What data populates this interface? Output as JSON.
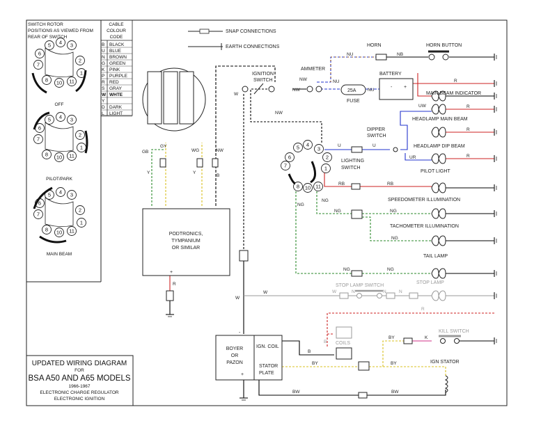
{
  "legend": {
    "header": [
      "SWITCH ROTOR",
      "POSITIONS AS VIEWED FROM",
      "REAR OF SWITCH"
    ],
    "cable_header": [
      "CABLE",
      "COLOUR",
      "CODE"
    ],
    "codes": [
      {
        "code": "B",
        "name": "BLACK",
        "color": "#000000"
      },
      {
        "code": "U",
        "name": "BLUE",
        "color": "#2233cc"
      },
      {
        "code": "N",
        "name": "BROWN",
        "color": "#8a4b1a"
      },
      {
        "code": "G",
        "name": "GREEN",
        "color": "#2a8a2a"
      },
      {
        "code": "K",
        "name": "PINK",
        "color": "#d0308a"
      },
      {
        "code": "P",
        "name": "PURPLE",
        "color": "#8030a0"
      },
      {
        "code": "R",
        "name": "RED",
        "color": "#cc2222"
      },
      {
        "code": "S",
        "name": "GRAY",
        "color": "#9a9a9a"
      },
      {
        "code": "W",
        "name": "WHTE",
        "color": "#000000"
      },
      {
        "code": "Y",
        "name": "",
        "color": "#d8c020"
      },
      {
        "code": "D",
        "name": "DARK",
        "color": "#000000"
      },
      {
        "code": "L",
        "name": "LIGHT",
        "color": "#000000"
      }
    ],
    "rotor_labels": [
      "OFF",
      "PILOT/PARK",
      "MAIN BEAM"
    ],
    "rotor_numbers": [
      "5",
      "4",
      "3",
      "6",
      "2",
      "7",
      "1",
      "8",
      "10",
      "11"
    ]
  },
  "title": {
    "line1": "UPDATED WIRING DIAGRAM",
    "line2": "FOR",
    "line3": "BSA A50 AND A65 MODELS",
    "line4": "1966-1967",
    "line5": "ELECTRONIC CHARGE REGULATOR",
    "line6": "ELECTRONIC IGNITION"
  },
  "key": {
    "snap": "SNAP CONNECTIONS",
    "earth": "EARTH CONNECTIONS"
  },
  "components": {
    "horn": "HORN",
    "horn_button": "HORN BUTTON",
    "ignition_switch": [
      "IGNITION",
      "SWITCH"
    ],
    "ammeter": "AMMETER",
    "battery": "BATTERY",
    "fuse_value": "25A",
    "fuse": "FUSE",
    "main_beam_indicator": "MAIN BEAM INDICATOR",
    "headlamp_main": "HEADLAMP MAIN BEAM",
    "headlamp_dip": "HEADLAMP DIP BEAM",
    "dipper_switch": [
      "DIPPER",
      "SWITCH"
    ],
    "pilot_light": "PILOT LIGHT",
    "lighting_switch": [
      "LIGHTING",
      "SWITCH"
    ],
    "speedo": "SPEEDOMETER ILLUMINATION",
    "tacho": "TACHOMETER ILLUMINATION",
    "tail": "TAIL LAMP",
    "stop_lamp_switch": "STOP LAMP SWITCH",
    "stop_lamp": "STOP LAMP",
    "kill_switch": "KILL SWITCH",
    "coils": "COILS",
    "ign_stator": "IGN STATOR",
    "regulator": [
      "PODTRONICS,",
      "TYMPANIUM",
      "OR SIMILAR"
    ],
    "ignition_unit": [
      "BOYER",
      "OR",
      "PAZON"
    ],
    "ign_coil": "IGN. COIL",
    "stator_plate": [
      "STATOR",
      "PLATE"
    ],
    "battery_minus": "-",
    "battery_plus": "+",
    "plus": "+",
    "minus": "-"
  },
  "wire_labels": {
    "nu": "NU",
    "nb": "NB",
    "nw": "NW",
    "w": "W",
    "r": "R",
    "uw": "UW",
    "u": "U",
    "ur": "UR",
    "rb": "RB",
    "ng": "NG",
    "gb": "GB",
    "gy": "GY",
    "wg": "WG",
    "y": "Y",
    "b": "B",
    "n": "N",
    "by": "BY",
    "k": "K",
    "bw": "BW"
  },
  "lighting_switch_numbers": [
    "5",
    "4",
    "3",
    "6",
    "2",
    "7",
    "1",
    "8",
    "10",
    "11"
  ]
}
